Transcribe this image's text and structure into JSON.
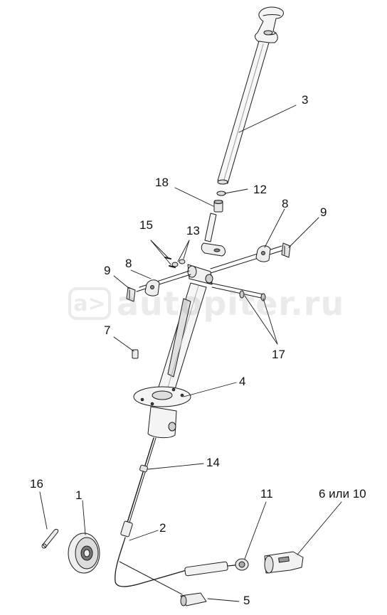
{
  "labels": {
    "p1": "1",
    "p2": "2",
    "p3": "3",
    "p4": "4",
    "p5": "5",
    "p6_10": "6 или 10",
    "p7": "7",
    "p8a": "8",
    "p8b": "8",
    "p9a": "9",
    "p9b": "9",
    "p11": "11",
    "p12": "12",
    "p13": "13",
    "p14": "14",
    "p15": "15",
    "p16": "16",
    "p17": "17",
    "p18": "18"
  },
  "watermark": {
    "badge": "a>",
    "text": "autopiter.ru"
  }
}
